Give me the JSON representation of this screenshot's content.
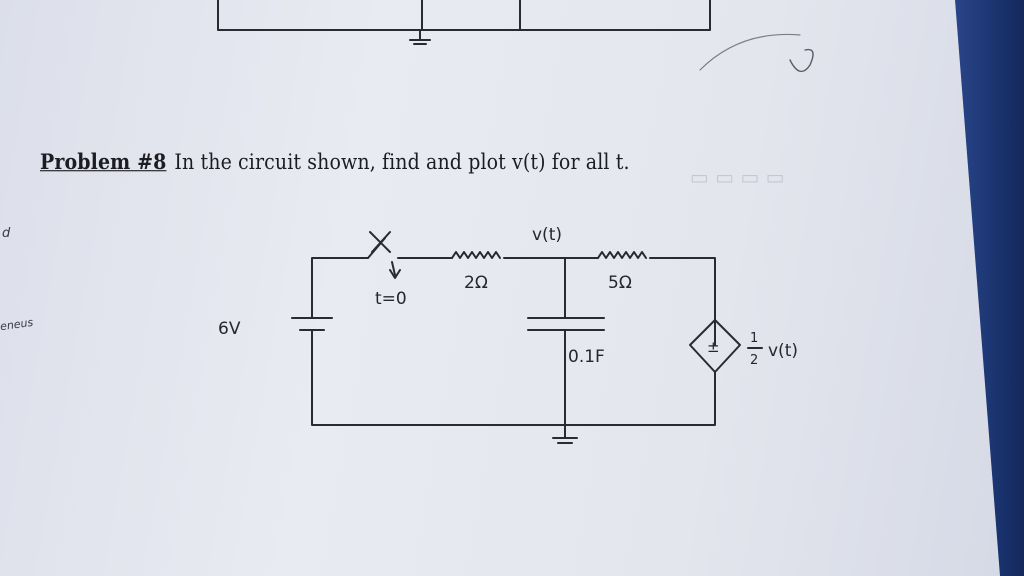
{
  "problem": {
    "label": "Problem #8",
    "text": "In the circuit shown, find and plot v(t) for all t."
  },
  "circuit_labels": {
    "node_voltage": "v(t)",
    "switch_time": "t=0",
    "source_voltage": "6V",
    "resistor_1": "2Ω",
    "resistor_2": "5Ω",
    "capacitor": "0.1F",
    "dependent_sign": "±",
    "dependent_gain_num": "1",
    "dependent_gain_den": "2",
    "dependent_var": "v(t)"
  },
  "margin_notes": {
    "top_left": "d",
    "left": "eneus"
  }
}
